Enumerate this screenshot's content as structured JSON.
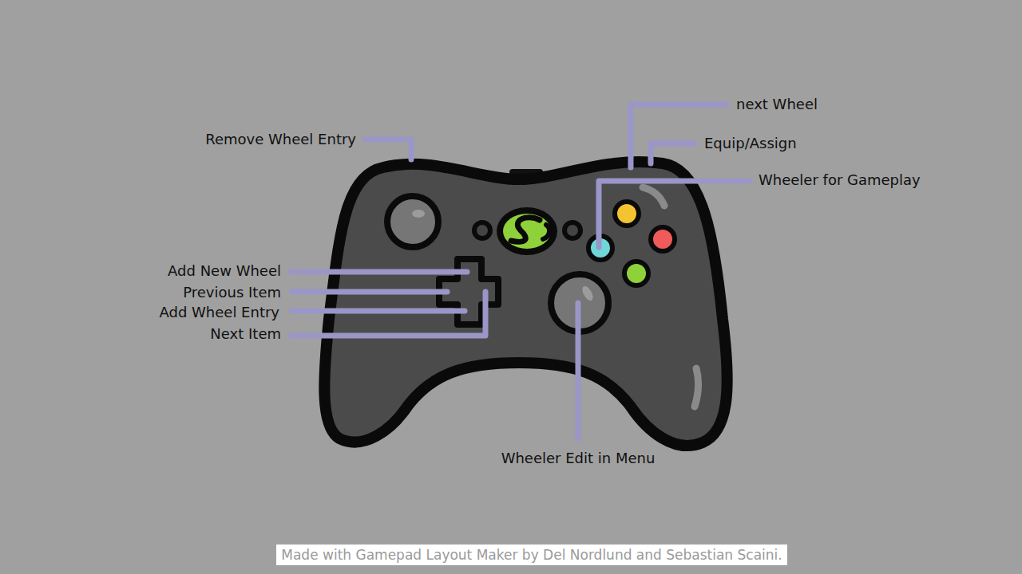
{
  "diagram": {
    "caption": "Made with Gamepad Layout Maker by Del Nordlund and Sebastian Scaini.",
    "labels": [
      "Remove Wheel Entry",
      "next Wheel",
      "Equip/Assign",
      "Wheeler for Gameplay",
      "Add New Wheel",
      "Previous Item",
      "Add Wheel Entry",
      "Next Item",
      "Wheeler Edit in Menu"
    ]
  }
}
